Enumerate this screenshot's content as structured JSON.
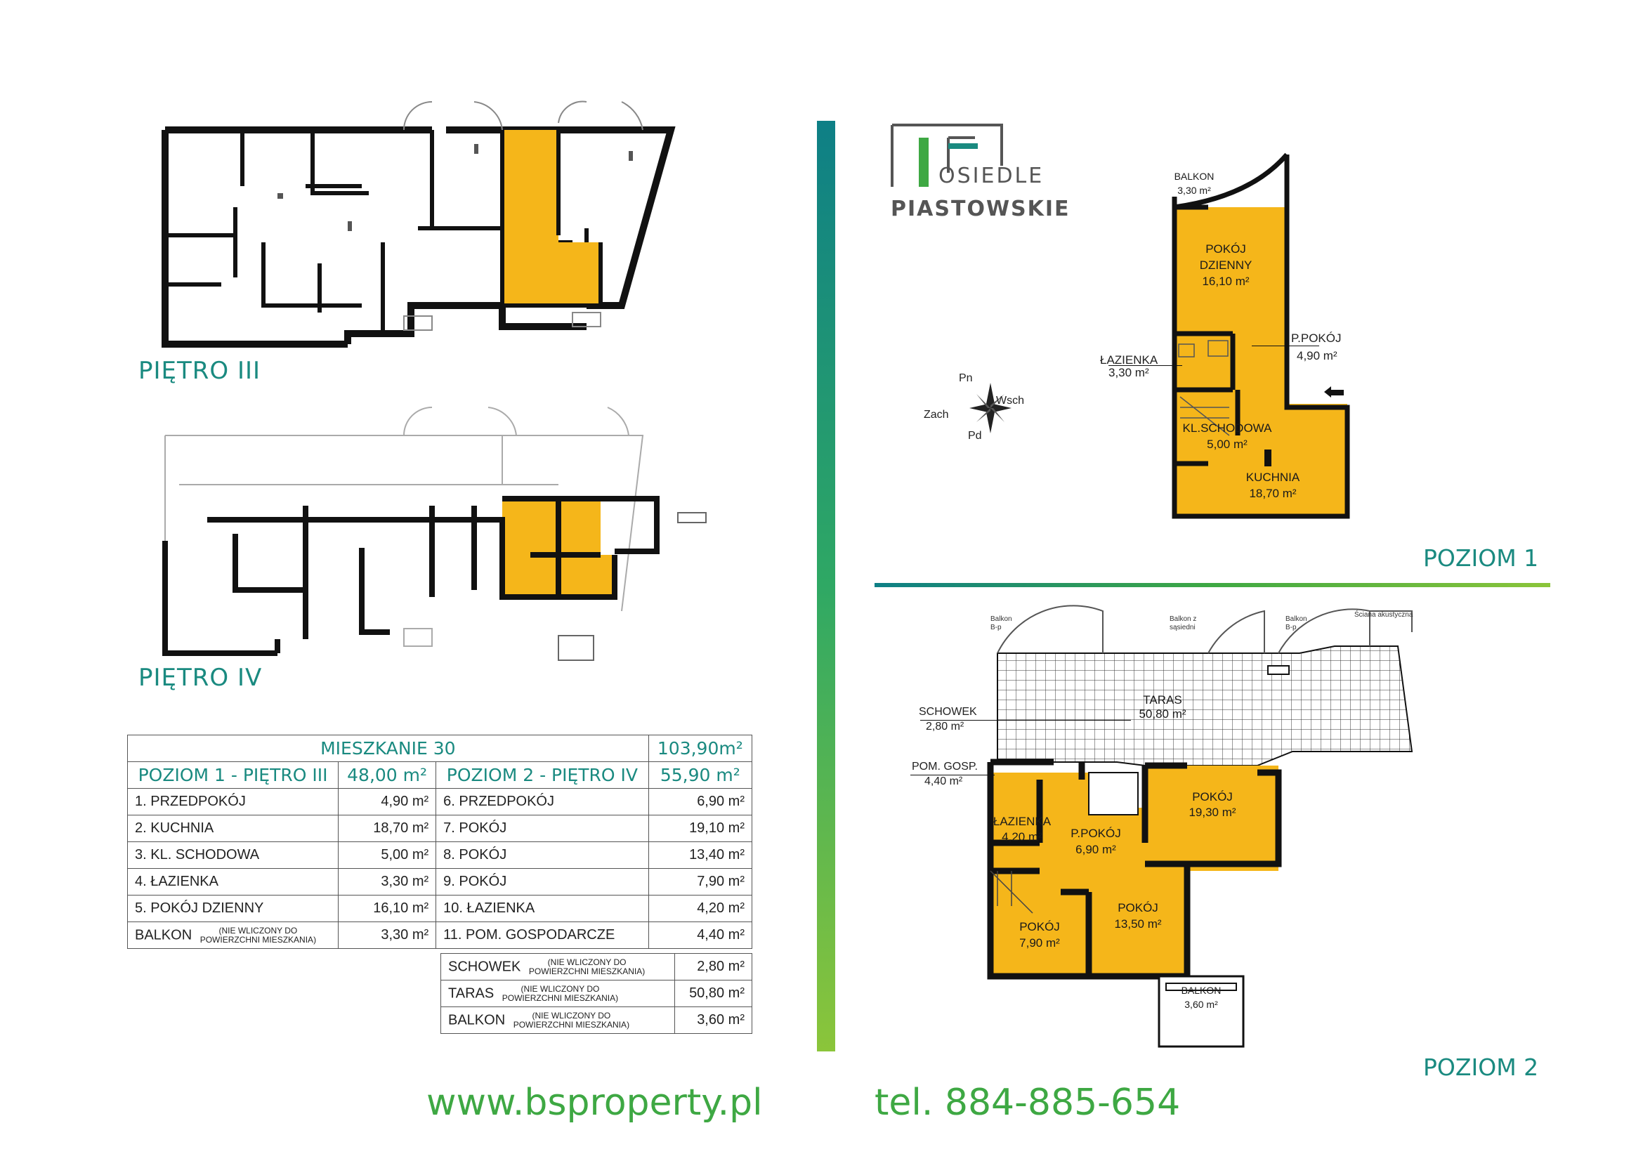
{
  "logo": {
    "line1": "OSIEDLE",
    "line2": "PIASTOWSKIE"
  },
  "floors": {
    "floor3": "PIĘTRO III",
    "floor4": "PIĘTRO IV"
  },
  "levels": {
    "level1": "POZIOM 1",
    "level2": "POZIOM 2"
  },
  "compass": {
    "north": "Pn",
    "south": "Pd",
    "east": "Wsch",
    "west": "Zach"
  },
  "level1_rooms": {
    "balkon_name": "BALKON",
    "balkon_area": "3,30 m²",
    "pokoj_dzienny_name1": "POKÓJ",
    "pokoj_dzienny_name2": "DZIENNY",
    "pokoj_dzienny_area": "16,10 m²",
    "ppokoj_name": "P.POKÓJ",
    "ppokoj_area": "4,90 m²",
    "lazienka_name": "ŁAZIENKA",
    "lazienka_area": "3,30 m²",
    "kl_name": "KL.SCHODOWA",
    "kl_area": "5,00 m²",
    "kuchnia_name": "KUCHNIA",
    "kuchnia_area": "18,70 m²"
  },
  "level2_rooms": {
    "balkon_a": "Balkon",
    "balkon_a2": "B-p",
    "balkon_b": "Balkon",
    "balkon_b2": "B-p",
    "balkon_mid1": "Balkon z",
    "balkon_mid2": "sąsiedni",
    "sciana": "Ściana akustyczna",
    "taras_name": "TARAS",
    "taras_area": "50,80 m²",
    "schowek_name": "SCHOWEK",
    "schowek_area": "2,80 m²",
    "pom_name": "POM. GOSP.",
    "pom_area": "4,40 m²",
    "pokoj1_name": "POKÓJ",
    "pokoj1_area": "19,30 m²",
    "lazienka_name": "ŁAZIENKA",
    "lazienka_area": "4,20 m²",
    "ppokoj_name": "P.POKÓJ",
    "ppokoj_area": "6,90 m²",
    "pokoj2_name": "POKÓJ",
    "pokoj2_area": "13,50 m²",
    "pokoj3_name": "POKÓJ",
    "pokoj3_area": "7,90 m²",
    "balkon_name": "BALKON",
    "balkon_area": "3,60 m²"
  },
  "table": {
    "title": "MIESZKANIE 30",
    "total": "103,90m²",
    "level1_header": "POZIOM 1 - PIĘTRO III",
    "level1_total": "48,00 m²",
    "level2_header": "POZIOM 2 - PIĘTRO IV",
    "level2_total": "55,90 m²",
    "note1": "(NIE WLICZONY DO",
    "note2": "POWIERZCHNI MIESZKANIA)",
    "left_rows": [
      {
        "name": "1. PRZEDPOKÓJ",
        "area": "4,90 m²"
      },
      {
        "name": "2. KUCHNIA",
        "area": "18,70 m²"
      },
      {
        "name": "3. KL. SCHODOWA",
        "area": "5,00 m²"
      },
      {
        "name": "4. ŁAZIENKA",
        "area": "3,30 m²"
      },
      {
        "name": "5. POKÓJ DZIENNY",
        "area": "16,10 m²"
      },
      {
        "name": "BALKON",
        "area": "3,30 m²"
      }
    ],
    "right_rows": [
      {
        "name": "6. PRZEDPOKÓJ",
        "area": "6,90 m²"
      },
      {
        "name": "7. POKÓJ",
        "area": "19,10 m²"
      },
      {
        "name": "8. POKÓJ",
        "area": "13,40 m²"
      },
      {
        "name": "9. POKÓJ",
        "area": "7,90 m²"
      },
      {
        "name": "10. ŁAZIENKA",
        "area": "4,20 m²"
      },
      {
        "name": "11. POM. GOSPODARCZE",
        "area": "4,40 m²"
      },
      {
        "name": "SCHOWEK",
        "area": "2,80 m²"
      },
      {
        "name": "TARAS",
        "area": "50,80 m²"
      },
      {
        "name": "BALKON",
        "area": "3,60 m²"
      }
    ]
  },
  "footer": {
    "website": "www.bsproperty.pl",
    "phone": "tel. 884-885-654"
  },
  "colors": {
    "accent_teal": "#1a8a80",
    "accent_green": "#3ea843",
    "highlight": "#f5b61a",
    "wall": "#111111"
  }
}
